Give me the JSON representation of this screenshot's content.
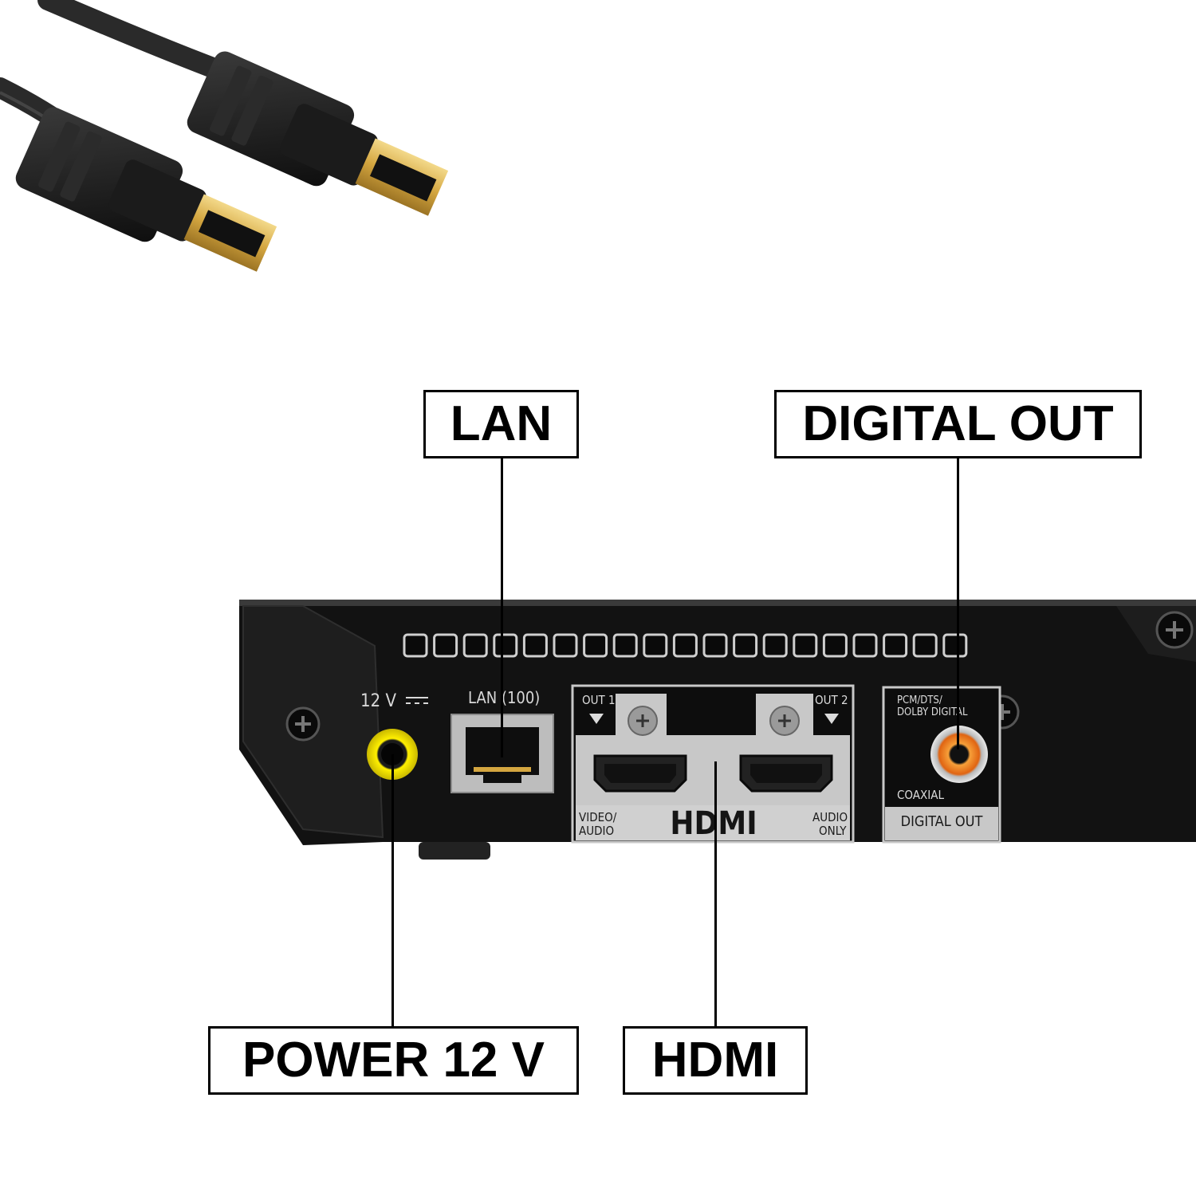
{
  "callouts": {
    "lan": "LAN",
    "digital_out": "DIGITAL OUT",
    "power": "POWER 12 V",
    "hdmi": "HDMI"
  },
  "panel_labels": {
    "power_voltage": "12 V",
    "lan_port": "LAN (100)",
    "hdmi_out1": "OUT 1",
    "hdmi_out2": "OUT 2",
    "hdmi_video_audio_line1": "VIDEO/",
    "hdmi_video_audio_line2": "AUDIO",
    "hdmi_audio_only_line1": "AUDIO",
    "hdmi_audio_only_line2": "ONLY",
    "hdmi_logo": "HDMI",
    "coax_format_line1": "PCM/DTS/",
    "coax_format_line2": "DOLBY DIGITAL",
    "coaxial": "COAXIAL",
    "digital_out_panel": "DIGITAL OUT"
  },
  "colors": {
    "device_body": "#121212",
    "power_jack_ring": "#e6d200",
    "coax_jack_ring": "#f07a1e",
    "connector_gold": "#d4a640",
    "panel_silver": "#c8c8c8"
  }
}
